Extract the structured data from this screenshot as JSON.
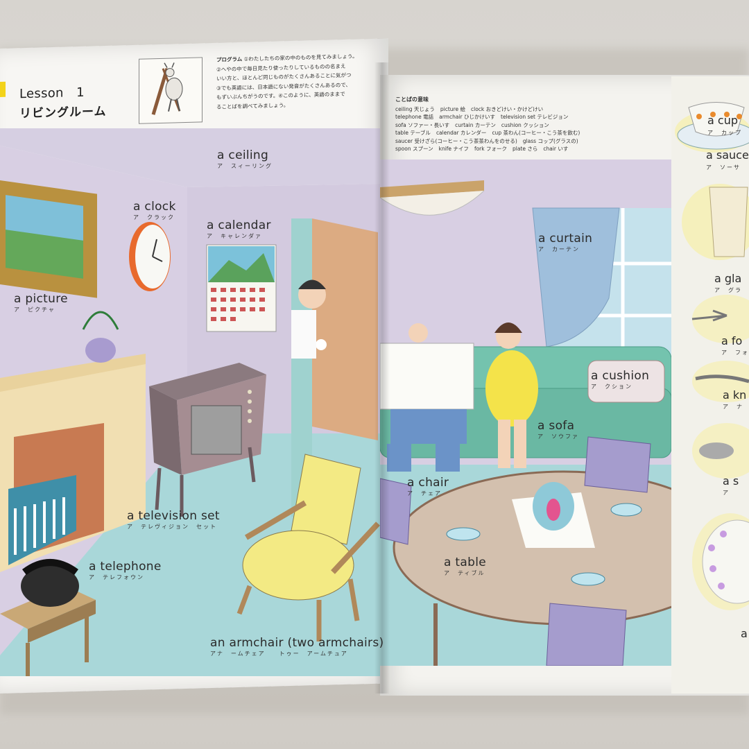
{
  "lesson": {
    "title": "Lesson　1",
    "subtitle": "リビングルーム"
  },
  "program": {
    "label": "プログラム",
    "lines": [
      "①わたしたちの家の中のものを見てみましょう。",
      "②へやの中で毎日見たり使ったりしているものの名まえ",
      "いい方と、ほとんど同じものがたくさんあることに気がつ",
      "③でも英語には、日本語にない発音がたくさんあるので、",
      "もずいぶんちがうのです。④このように、英語のままで",
      "ることばを調べてみましょう。"
    ]
  },
  "vocab": {
    "heading": "ことばの意味",
    "rows": [
      [
        "ceiling 天じょう",
        "picture 絵",
        "clock おきどけい・かけどけい"
      ],
      [
        "telephone 電話",
        "armchair ひじかけいす",
        "television set テレビジョン"
      ],
      [
        "sofa ソファー・長いす",
        "curtain カーテン",
        "cushion クッション"
      ],
      [
        "table テーブル",
        "calendar カレンダー",
        "cup 茶わん(コーヒー・こう茶を飲む)"
      ],
      [
        "saucer 受けざら(コーヒー・こう茶茶わんをのせる)",
        "glass コップ(グラスの)"
      ],
      [
        "spoon スプーン",
        "knife ナイフ",
        "fork フォーク",
        "plate さら",
        "chair いす"
      ]
    ]
  },
  "labels": {
    "ceiling": {
      "en": "a ceiling",
      "jp": "ア　スィーリング"
    },
    "clock": {
      "en": "a clock",
      "jp": "ア　クラック"
    },
    "calendar": {
      "en": "a calendar",
      "jp": "ア　キャレンダァ"
    },
    "picture": {
      "en": "a picture",
      "jp": "ア　ピクチャ"
    },
    "curtain": {
      "en": "a curtain",
      "jp": "ア　カーテン"
    },
    "cushion": {
      "en": "a cushion",
      "jp": "ア　クション"
    },
    "sofa": {
      "en": "a sofa",
      "jp": "ア　ソウファ"
    },
    "chair": {
      "en": "a chair",
      "jp": "ア　チェア"
    },
    "television": {
      "en": "a television set",
      "jp": "ア　テレヴィジョン　セット"
    },
    "telephone": {
      "en": "a telephone",
      "jp": "ア　テレフォウン"
    },
    "table": {
      "en": "a table",
      "jp": "ア　ティブル"
    },
    "armchair": {
      "en": "an armchair (two armchairs)",
      "jp": "アナ　ームチェア　　トゥー　アームチュア"
    }
  },
  "strip": {
    "cup": {
      "en": "a cup",
      "jp": "ア　カップ"
    },
    "saucer": {
      "en": "a saucer",
      "jp": "ア　ソーサ"
    },
    "glass": {
      "en": "a gla",
      "jp": "ア　グラ"
    },
    "fork": {
      "en": "a fo",
      "jp": "ア　フォ"
    },
    "knife": {
      "en": "a kn",
      "jp": "ア　ナ"
    },
    "spoon": {
      "en": "a s",
      "jp": "ア"
    },
    "plate": {
      "en": "a",
      "jp": ""
    }
  },
  "colors": {
    "wall": "#d8cfe3",
    "floor": "#a9d7d9",
    "sofa": "#74c3ae",
    "chair_yellow": "#f3ea84",
    "chair_purple": "#a59ccd",
    "table_top": "#d3c0ae",
    "brick": "#c87a52"
  }
}
